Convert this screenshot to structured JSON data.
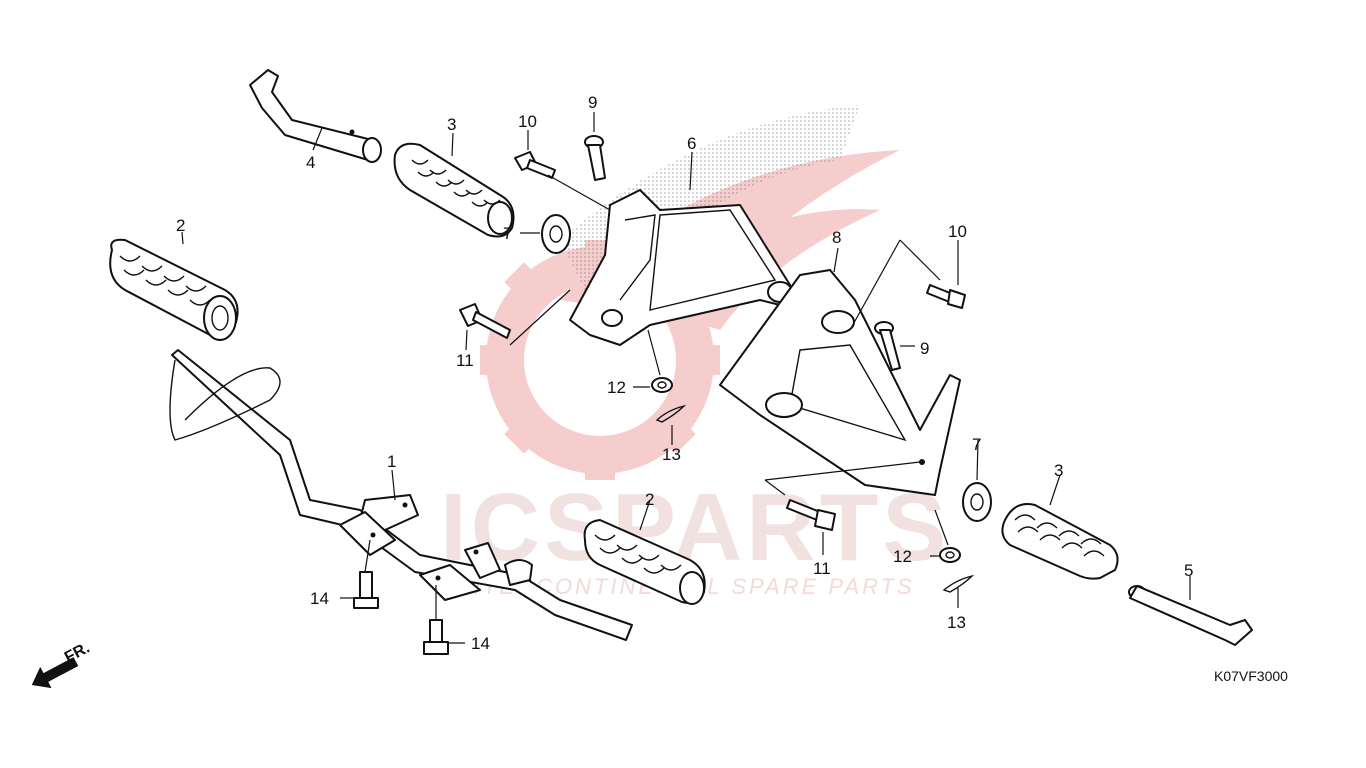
{
  "diagram": {
    "code": "K07VF3000",
    "direction_label": "FR.",
    "watermark": {
      "brand": "ICSPARTS",
      "tagline": "INTERCONTINENTAL SPARE PARTS"
    },
    "callouts": [
      {
        "id": "c1",
        "label": "1"
      },
      {
        "id": "c2a",
        "label": "2"
      },
      {
        "id": "c2b",
        "label": "2"
      },
      {
        "id": "c3a",
        "label": "3"
      },
      {
        "id": "c3b",
        "label": "3"
      },
      {
        "id": "c4",
        "label": "4"
      },
      {
        "id": "c5",
        "label": "5"
      },
      {
        "id": "c6",
        "label": "6"
      },
      {
        "id": "c7a",
        "label": "7"
      },
      {
        "id": "c7b",
        "label": "7"
      },
      {
        "id": "c8",
        "label": "8"
      },
      {
        "id": "c9a",
        "label": "9"
      },
      {
        "id": "c9b",
        "label": "9"
      },
      {
        "id": "c10a",
        "label": "10"
      },
      {
        "id": "c10b",
        "label": "10"
      },
      {
        "id": "c11a",
        "label": "11"
      },
      {
        "id": "c11b",
        "label": "11"
      },
      {
        "id": "c12a",
        "label": "12"
      },
      {
        "id": "c12b",
        "label": "12"
      },
      {
        "id": "c13a",
        "label": "13"
      },
      {
        "id": "c13b",
        "label": "13"
      },
      {
        "id": "c14a",
        "label": "14"
      },
      {
        "id": "c14b",
        "label": "14"
      }
    ]
  }
}
